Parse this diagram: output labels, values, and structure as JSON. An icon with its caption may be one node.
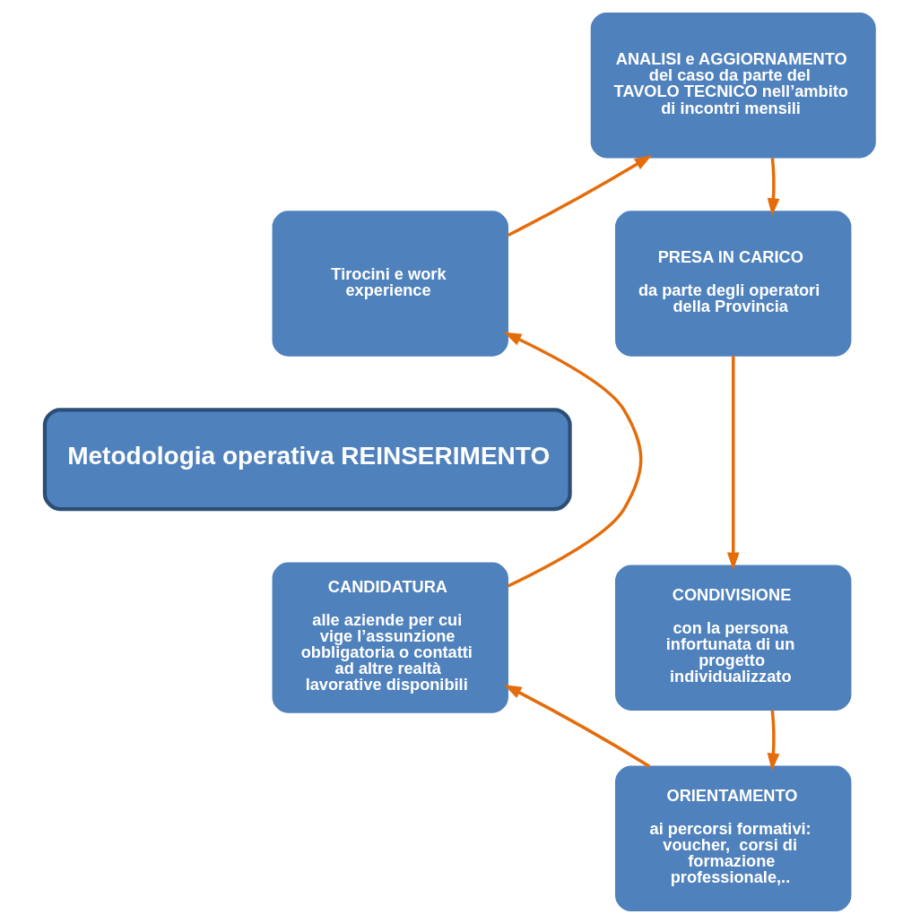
{
  "diagram": {
    "nodes": [
      {
        "text": [
          "ANALISI e AGGIORNAMENTO del caso da parte del TAVOLO TECNICO nell’ambito di incontri mensili"
        ]
      },
      {
        "text": [
          "PRESA IN CARICO",
          "da parte degli operatori della Provincia"
        ]
      },
      {
        "text": [
          "CONDIVISIONE",
          "con la persona infortunata di un progetto individualizzato"
        ]
      },
      {
        "text": [
          "ORIENTAMENTO",
          "ai percorsi formativi: voucher,  corsi di formazione professionale,.."
        ]
      },
      {
        "text": [
          "CANDIDATURA",
          "alle aziende per cui vige l’assunzione obbligatoria o contatti ad altre realtà lavorative disponibili"
        ]
      },
      {
        "text": [
          "Tirocini e work experience"
        ]
      },
      {
        "text": [
          "Metodologia operativa REINSERIMENTO"
        ]
      }
    ],
    "edges": [
      {
        "from": 0,
        "to": 1,
        "arrow": "to"
      },
      {
        "from": 1,
        "to": 2,
        "arrow": "to"
      },
      {
        "from": 2,
        "to": 3,
        "arrow": "to"
      },
      {
        "from": 3,
        "to": 4,
        "arrow": "to"
      },
      {
        "from": 4,
        "to": 5,
        "arrow": "to"
      },
      {
        "from": 5,
        "to": 0,
        "arrow": "to"
      }
    ]
  }
}
